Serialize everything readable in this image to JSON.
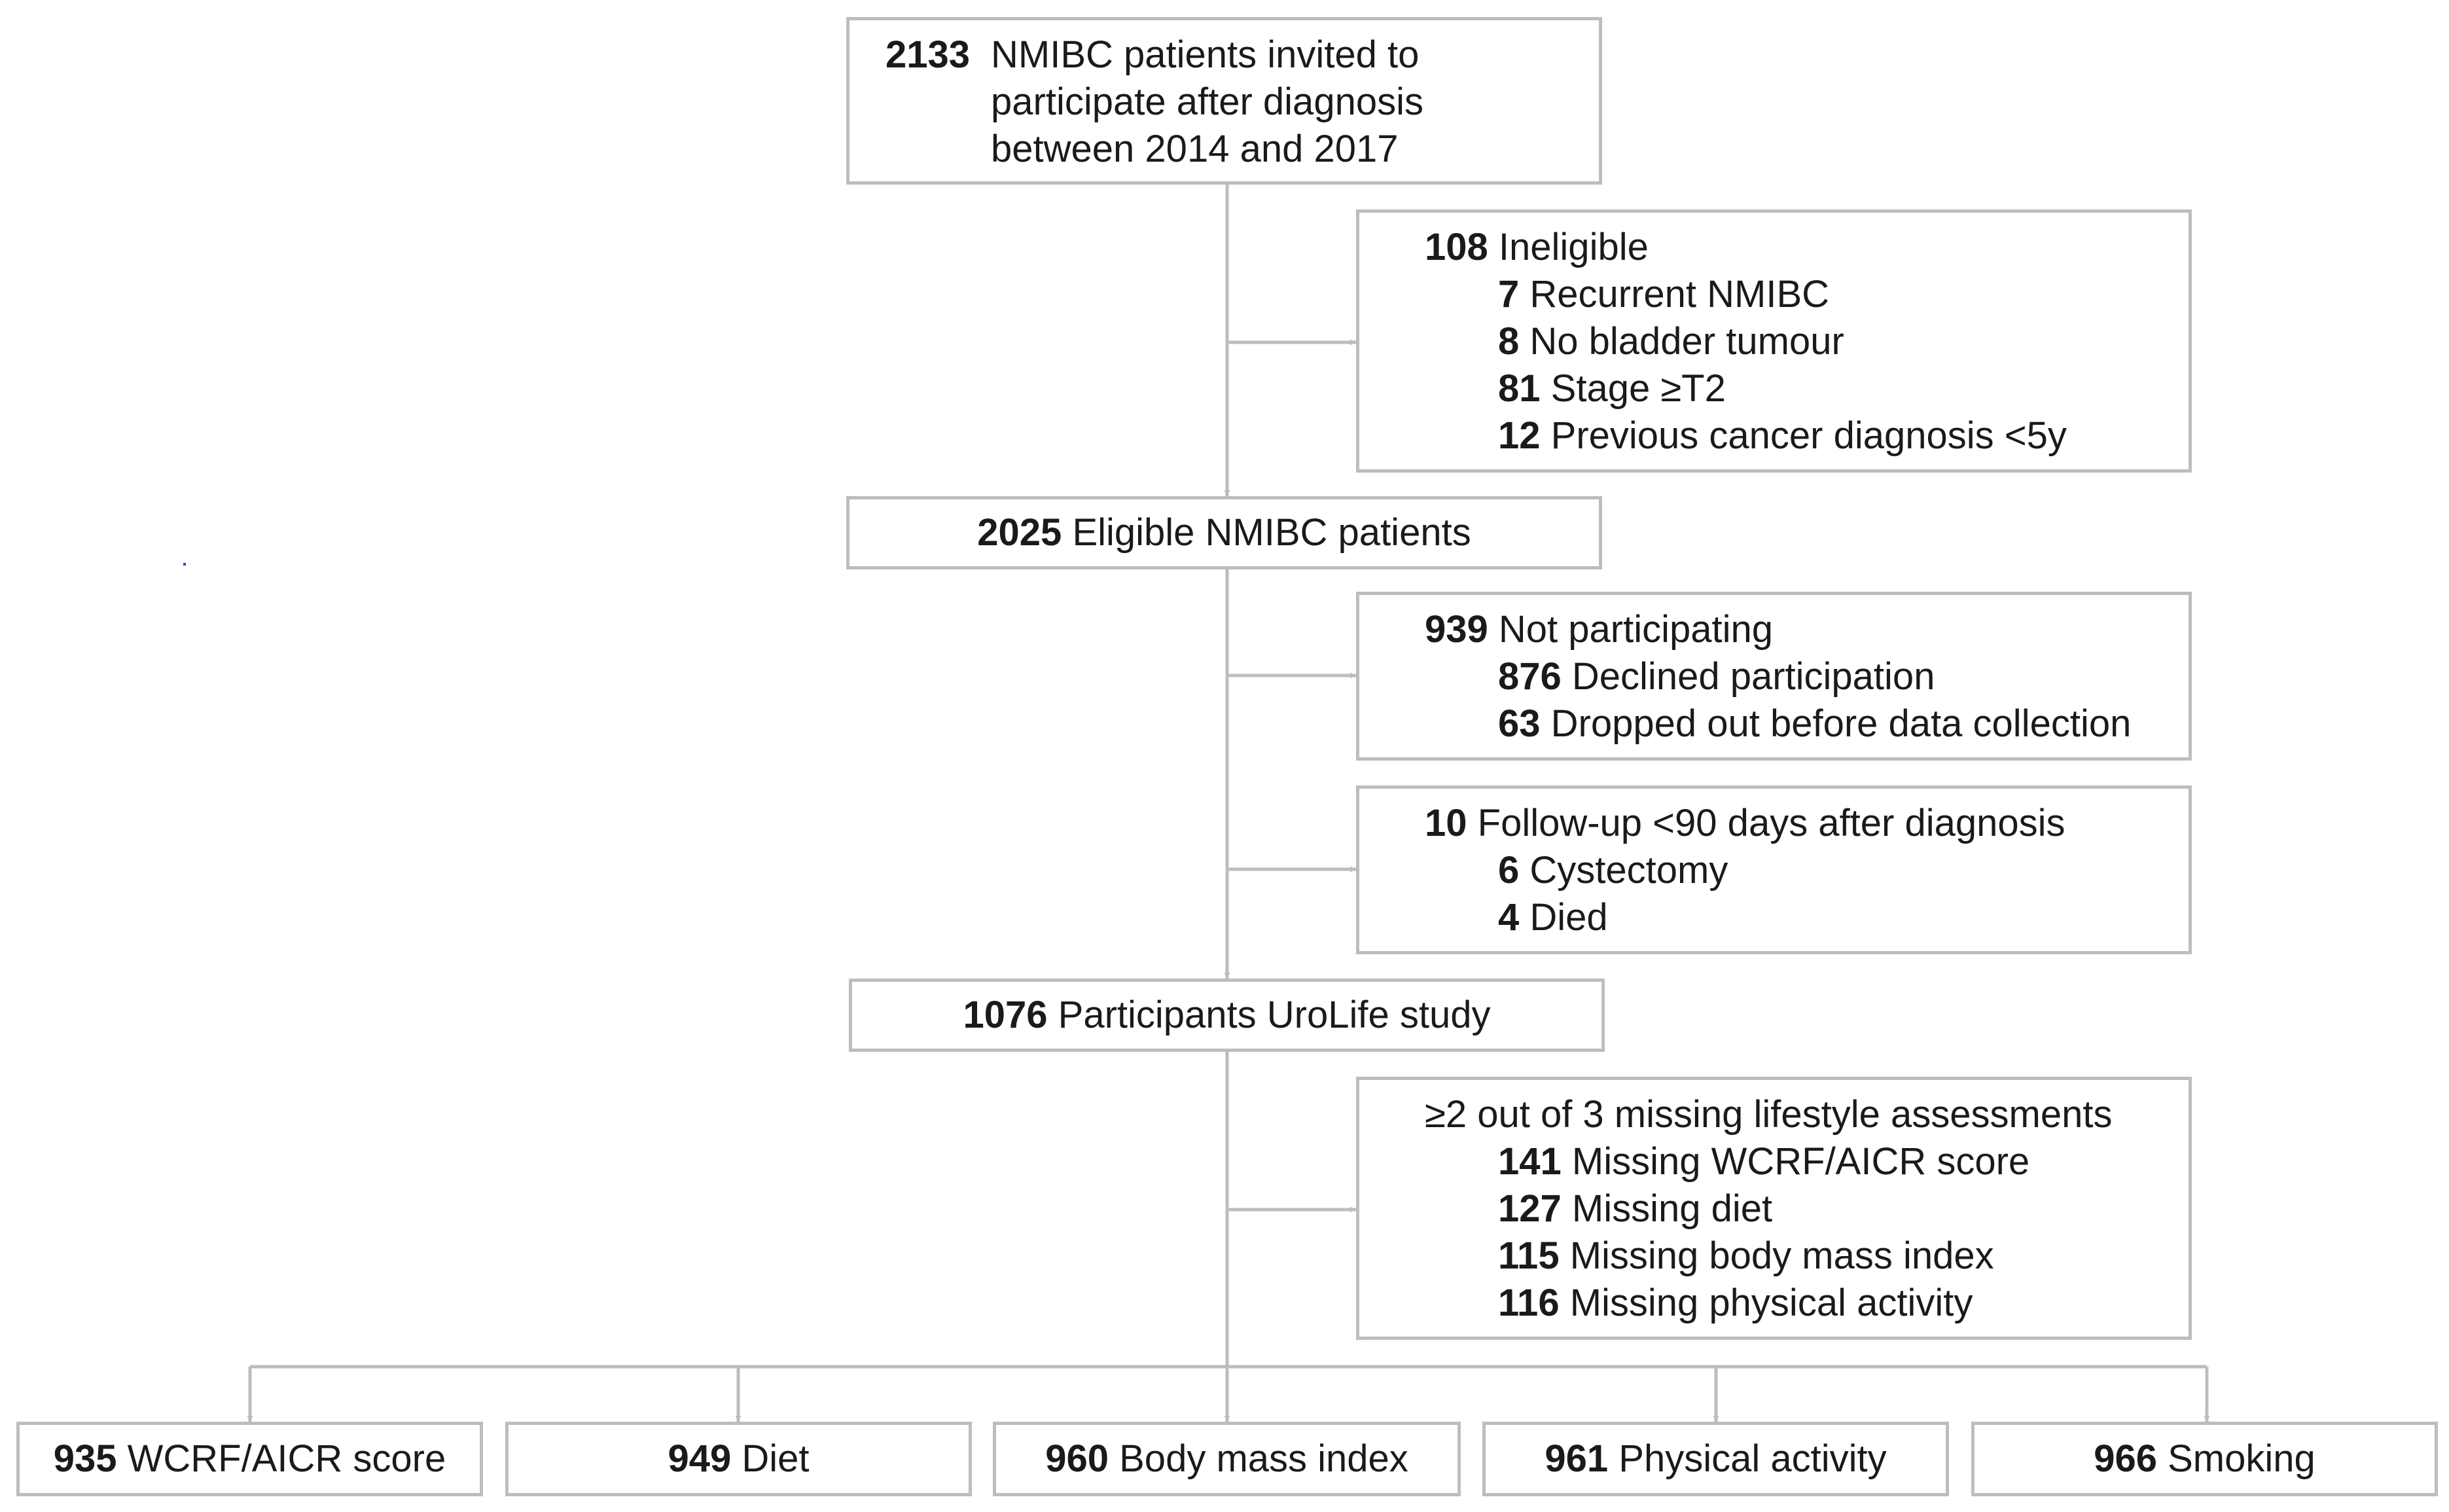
{
  "top": {
    "count": "2133",
    "lines": [
      "NMIBC patients invited to",
      "participate after diagnosis",
      "between 2014 and 2017"
    ]
  },
  "ineligible": {
    "count": "108",
    "label": "Ineligible",
    "items": [
      {
        "n": "7",
        "t": "Recurrent NMIBC"
      },
      {
        "n": "8",
        "t": "No bladder tumour"
      },
      {
        "n": "81",
        "t": "Stage ≥T2"
      },
      {
        "n": "12",
        "t": "Previous cancer diagnosis <5y"
      }
    ]
  },
  "eligible": {
    "count": "2025",
    "label": "Eligible NMIBC patients"
  },
  "not_participating": {
    "count": "939",
    "label": "Not participating",
    "items": [
      {
        "n": "876",
        "t": "Declined participation"
      },
      {
        "n": "63",
        "t": "Dropped out before data collection"
      }
    ]
  },
  "followup": {
    "count": "10",
    "label": "Follow-up <90 days after diagnosis",
    "items": [
      {
        "n": "6",
        "t": "Cystectomy"
      },
      {
        "n": "4",
        "t": "Died"
      }
    ]
  },
  "participants": {
    "count": "1076",
    "label": "Participants UroLife study"
  },
  "missing": {
    "label": "≥2 out of 3 missing lifestyle assessments",
    "items": [
      {
        "n": "141",
        "t": "Missing WCRF/AICR score"
      },
      {
        "n": "127",
        "t": "Missing diet"
      },
      {
        "n": "115",
        "t": "Missing body mass index"
      },
      {
        "n": "116",
        "t": "Missing physical activity"
      }
    ]
  },
  "outcomes": [
    {
      "n": "935",
      "t": "WCRF/AICR score"
    },
    {
      "n": "949",
      "t": "Diet"
    },
    {
      "n": "960",
      "t": "Body mass index"
    },
    {
      "n": "961",
      "t": "Physical activity"
    },
    {
      "n": "966",
      "t": "Smoking"
    }
  ],
  "colors": {
    "border": "#bdbdbd",
    "arrow": "#bdbdbd",
    "text": "#1a1a1a"
  }
}
